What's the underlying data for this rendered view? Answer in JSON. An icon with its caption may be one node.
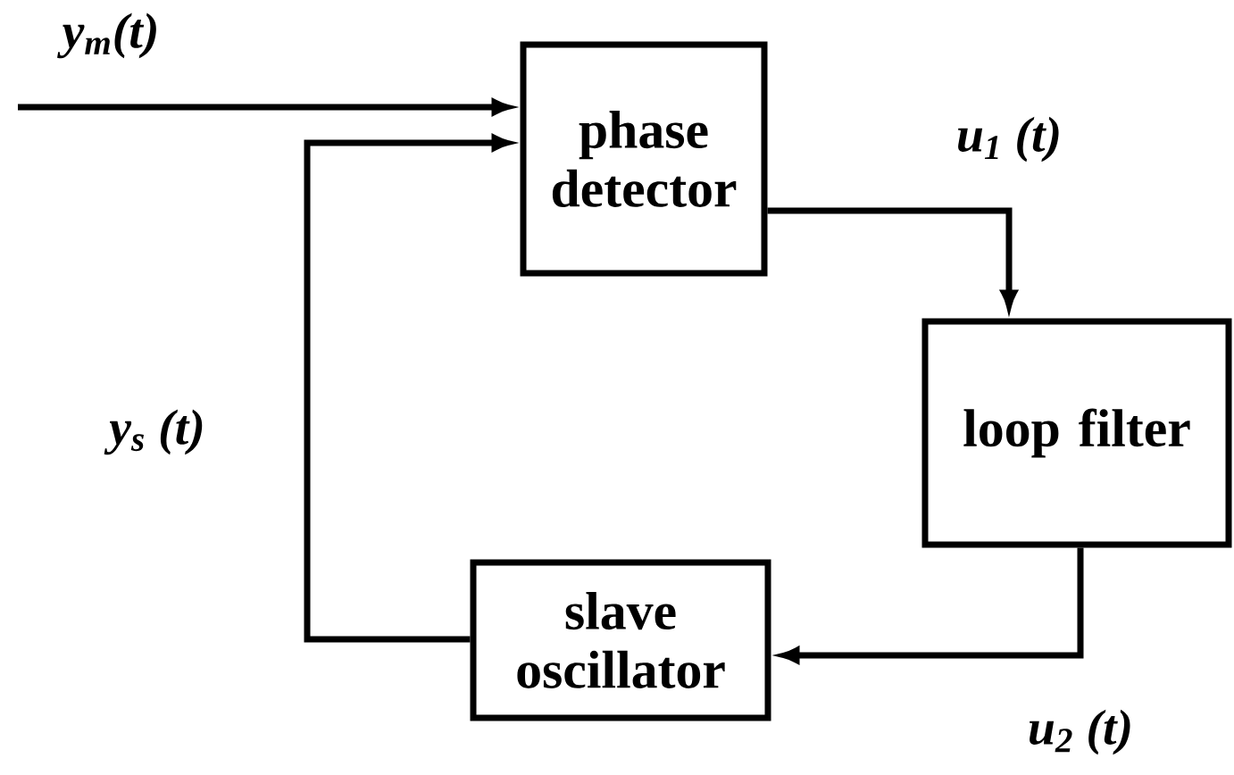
{
  "diagram": {
    "nodes": [
      {
        "text": [
          "phase detector"
        ]
      },
      {
        "text": [
          "loop filter"
        ]
      },
      {
        "text": [
          "slave oscillator"
        ]
      }
    ],
    "edges": [
      {
        "from": null,
        "to": 0,
        "arrow": "to",
        "label": "y$_{m}$(t)"
      },
      {
        "from": 0,
        "to": 1,
        "arrow": "to",
        "label": "u$_{1}$ (t)"
      },
      {
        "from": 1,
        "to": 2,
        "arrow": "to",
        "label": "u$_{2}$ (t)"
      },
      {
        "from": 2,
        "to": 0,
        "arrow": "to",
        "label": "y$_{s}$ (t)"
      }
    ]
  }
}
